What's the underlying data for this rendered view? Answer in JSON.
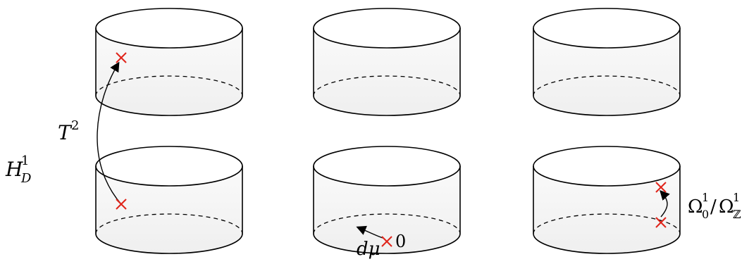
{
  "labels": {
    "h_d_main": "H",
    "h_d_sup": "1",
    "h_d_sub": "D",
    "t_main": "T",
    "t_sup": "2",
    "dmu": "dμ",
    "zero": "0",
    "omega_main_left": "Ω",
    "omega_sup_left": "1",
    "omega_sub_left": "0",
    "omega_slash": "/",
    "omega_main_right": "Ω",
    "omega_sup_right": "1",
    "omega_sub_right": "ℤ"
  },
  "colors": {
    "stroke": "#000000",
    "fill": "#f2f2f2",
    "marker": "#e0241a"
  },
  "cylinders": [
    {
      "row": "top",
      "column": "left"
    },
    {
      "row": "top",
      "column": "middle"
    },
    {
      "row": "top",
      "column": "right"
    },
    {
      "row": "bottom",
      "column": "left"
    },
    {
      "row": "bottom",
      "column": "middle"
    },
    {
      "row": "bottom",
      "column": "right"
    }
  ],
  "markers": [
    {
      "name": "top-left-marker"
    },
    {
      "name": "bottom-left-marker"
    },
    {
      "name": "bottom-middle-marker"
    },
    {
      "name": "bottom-right-upper-marker"
    },
    {
      "name": "bottom-right-lower-marker"
    }
  ]
}
